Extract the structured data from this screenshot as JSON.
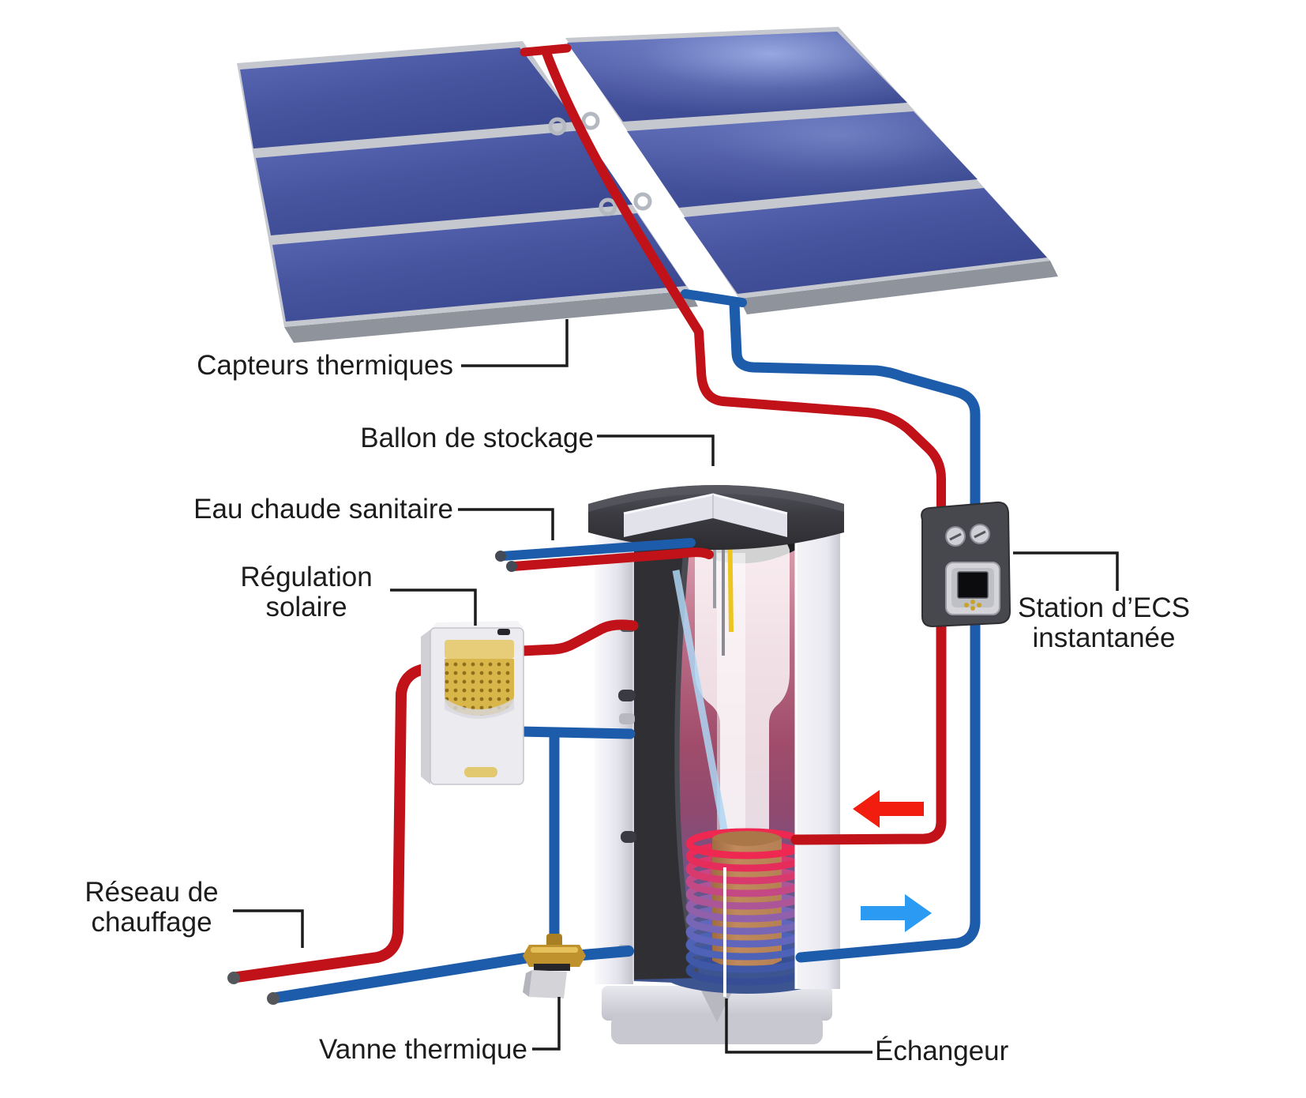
{
  "labels": {
    "capteurs": "Capteurs thermiques",
    "ballon": "Ballon de stockage",
    "eau_chaude": "Eau chaude sanitaire",
    "regulation_l1": "Régulation",
    "regulation_l2": "solaire",
    "station_l1": "Station d’ECS",
    "station_l2": "instantanée",
    "reseau_l1": "Réseau de",
    "reseau_l2": "chauffage",
    "vanne": "Vanne thermique",
    "echangeur": "Échangeur"
  },
  "colors": {
    "hot_pipe": "#c01218",
    "cold_pipe": "#1d5cab",
    "label_text": "#1c1c1c",
    "leader_line": "#1c1c1c",
    "arrow_red": "#f21d0e",
    "arrow_blue": "#2b9af3",
    "panel_blue": "#4a58a8",
    "panel_frame_silver": "#c6c8d0",
    "tank_cap_gray": "#3b3b41",
    "tank_insulation": "#e9e9ef",
    "tank_interior_hot": "#a04c6a",
    "tank_interior_cold": "#3c5088",
    "coil_hot": "#ee2850",
    "coil_cold": "#364e96",
    "coil_core_copper": "#c08a5c",
    "regulation_gold": "#d9b64a",
    "valve_brass": "#c0922e",
    "station_gray": "#47474e"
  }
}
